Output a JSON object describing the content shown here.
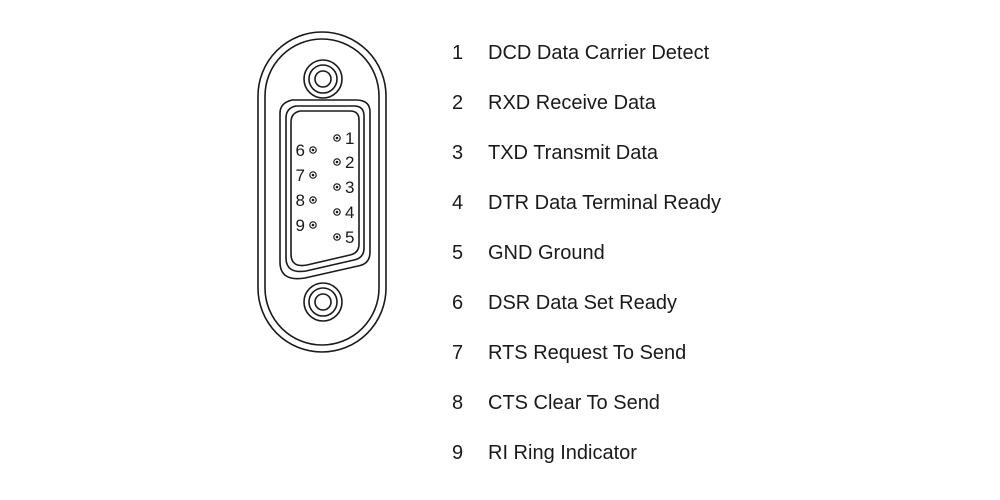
{
  "colors": {
    "ink": "#1a1a1a",
    "background": "#ffffff"
  },
  "connector": {
    "pins": [
      {
        "number": "1"
      },
      {
        "number": "2"
      },
      {
        "number": "3"
      },
      {
        "number": "4"
      },
      {
        "number": "5"
      },
      {
        "number": "6"
      },
      {
        "number": "7"
      },
      {
        "number": "8"
      },
      {
        "number": "9"
      }
    ]
  },
  "pinout": [
    {
      "number": "1",
      "signal": "DCD Data Carrier Detect"
    },
    {
      "number": "2",
      "signal": "RXD Receive Data"
    },
    {
      "number": "3",
      "signal": "TXD Transmit Data"
    },
    {
      "number": "4",
      "signal": "DTR Data Terminal Ready"
    },
    {
      "number": "5",
      "signal": "GND Ground"
    },
    {
      "number": "6",
      "signal": "DSR Data Set Ready"
    },
    {
      "number": "7",
      "signal": "RTS Request To Send"
    },
    {
      "number": "8",
      "signal": "CTS Clear To Send"
    },
    {
      "number": "9",
      "signal": "RI Ring Indicator"
    }
  ]
}
